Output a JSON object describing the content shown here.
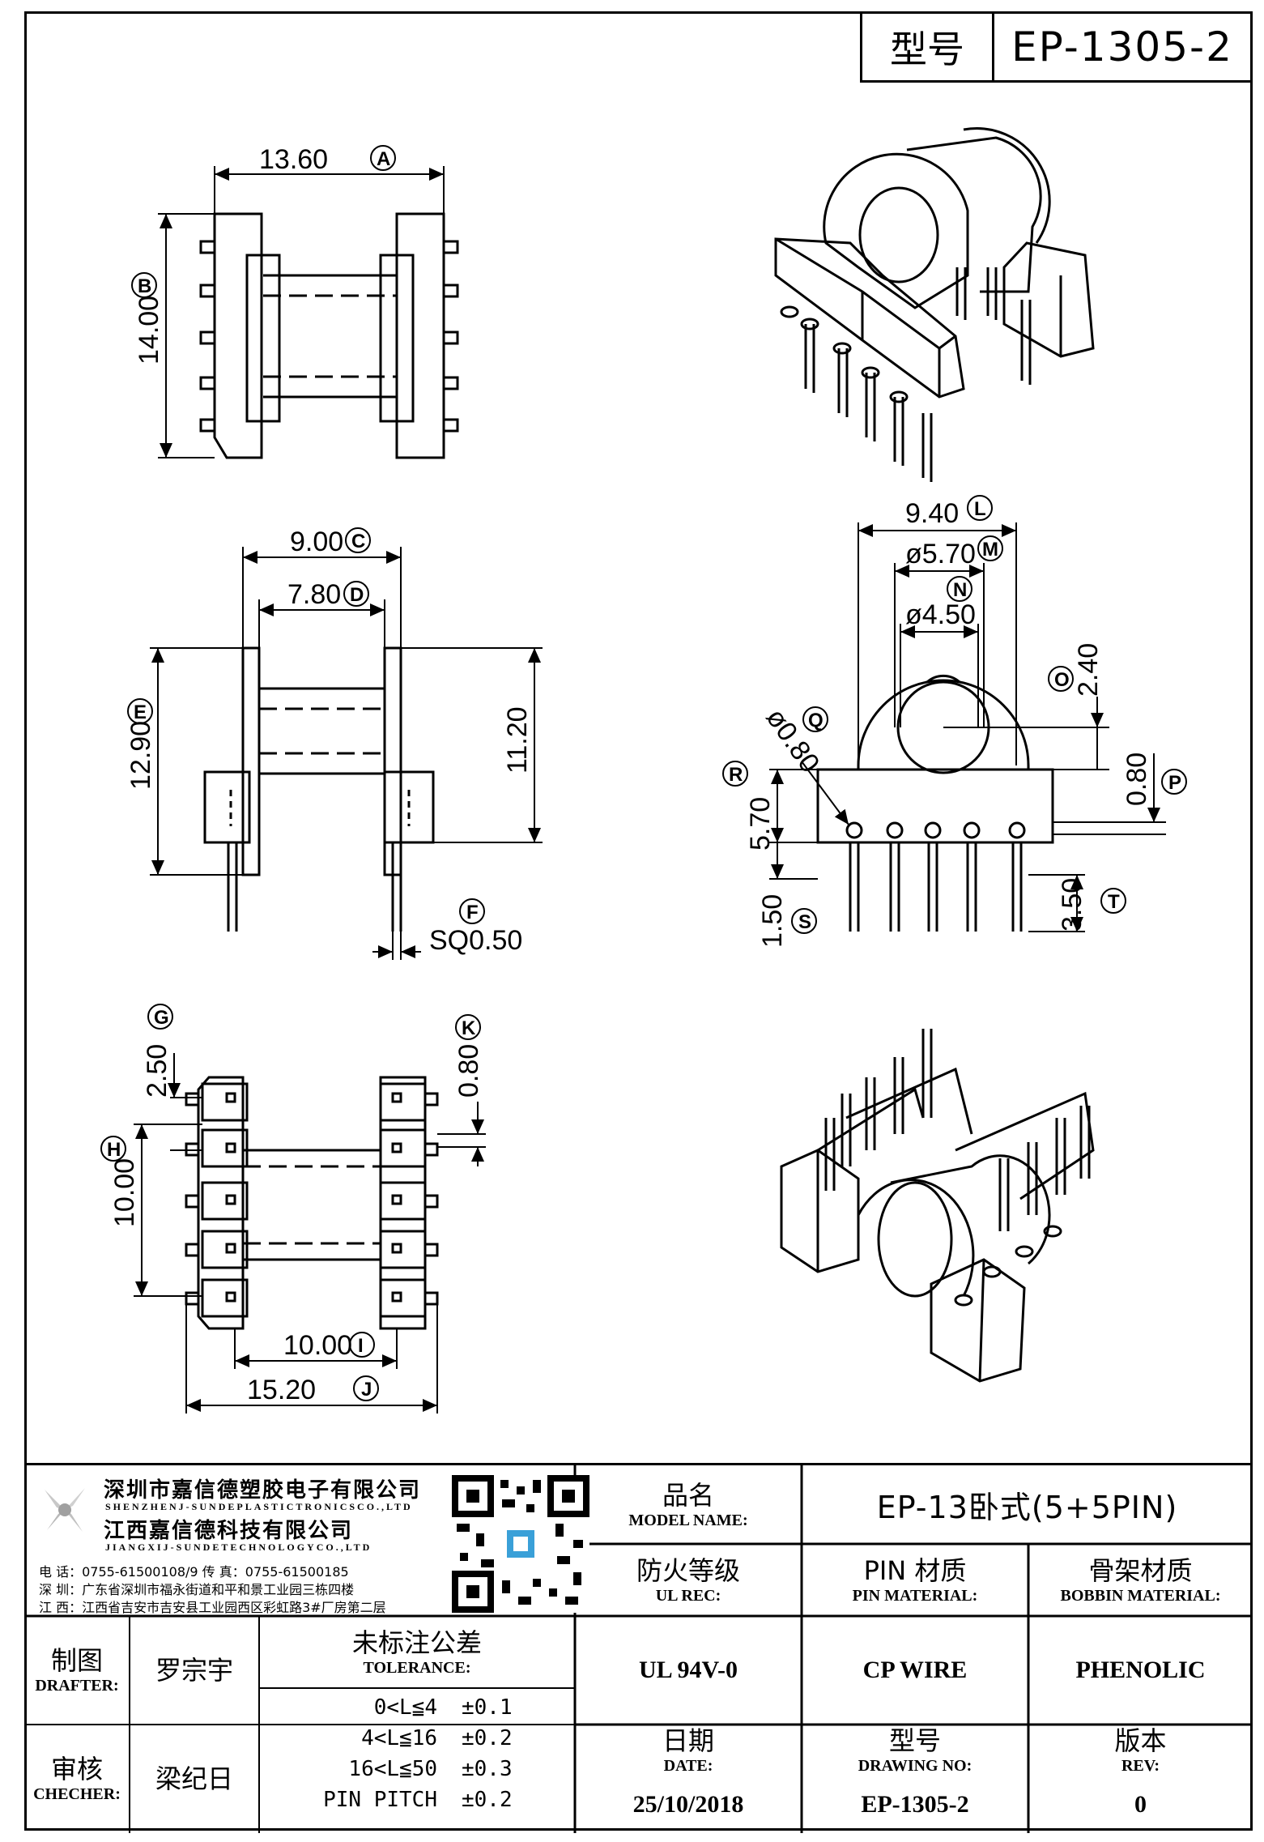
{
  "header": {
    "model_label": "型号",
    "model_value": "EP-1305-2"
  },
  "dimensions": {
    "A": {
      "letter": "A",
      "value": "13.60"
    },
    "B": {
      "letter": "B",
      "value": "14.00"
    },
    "C": {
      "letter": "C",
      "value": "9.00"
    },
    "D": {
      "letter": "D",
      "value": "7.80"
    },
    "E": {
      "letter": "E",
      "value": "12.90"
    },
    "F": {
      "letter": "F",
      "value": "SQ0.50"
    },
    "G": {
      "letter": "G",
      "value": "2.50"
    },
    "H": {
      "letter": "H",
      "value": "10.00"
    },
    "I": {
      "letter": "I",
      "value": "10.00"
    },
    "J": {
      "letter": "J",
      "value": "15.20"
    },
    "K": {
      "letter": "K",
      "value": "0.80"
    },
    "L": {
      "letter": "L",
      "value": "9.40"
    },
    "M": {
      "letter": "M",
      "value": "ø5.70"
    },
    "N": {
      "letter": "N",
      "value": "ø4.50"
    },
    "O": {
      "letter": "O",
      "value": "2.40"
    },
    "P": {
      "letter": "P",
      "value": "0.80"
    },
    "Q": {
      "letter": "Q",
      "value": "ø0.80"
    },
    "R": {
      "letter": "R",
      "value": "5.70"
    },
    "S": {
      "letter": "S",
      "value": "1.50"
    },
    "T": {
      "letter": "T",
      "value": "3.50"
    },
    "unlabeled_height": "11.20"
  },
  "company": {
    "name_cn": "深圳市嘉信德塑胶电子有限公司",
    "name_en": "SHENZHENJ-SUNDEPLASTICTRONICSCO.,LTD",
    "name2_cn": "江西嘉信德科技有限公司",
    "name2_en": "JIANGXIJ-SUNDETECHNOLOGYCO.,LTD",
    "phone": "电 话：0755-61500108/9      传 真：0755-61500185",
    "addr_sz": "深 圳：广东省深圳市福永街道和平和景工业园三栋四楼",
    "addr_jx": "江 西：江西省吉安市吉安县工业园西区彩虹路3#厂房第二层"
  },
  "title_block": {
    "product_name_cn": "品名",
    "product_name_en": "MODEL NAME:",
    "product_name_value": "EP-13卧式(5+5PIN)",
    "ul_cn": "防火等级",
    "ul_en": "UL REC:",
    "ul_value": "UL 94V-0",
    "pin_cn": "PIN 材质",
    "pin_en": "PIN MATERIAL:",
    "pin_value": "CP WIRE",
    "bobbin_cn": "骨架材质",
    "bobbin_en": "BOBBIN MATERIAL:",
    "bobbin_value": "PHENOLIC",
    "date_cn": "日期",
    "date_en": "DATE:",
    "date_value": "25/10/2018",
    "drawing_cn": "型号",
    "drawing_en": "DRAWING NO:",
    "drawing_value": "EP-1305-2",
    "rev_cn": "版本",
    "rev_en": "REV:",
    "rev_value": "0",
    "drafter_cn": "制图",
    "drafter_en": "DRAFTER:",
    "drafter_value": "罗宗宇",
    "checker_cn": "审核",
    "checker_en": "CHECHER:",
    "checker_value": "梁纪日",
    "tolerance_cn": "未标注公差",
    "tolerance_en": "TOLERANCE:",
    "tolerance_rows": [
      {
        "range": "0<L≦4",
        "tol": "±0.1"
      },
      {
        "range": "4<L≦16",
        "tol": "±0.2"
      },
      {
        "range": "16<L≦50",
        "tol": "±0.3"
      },
      {
        "range": "PIN PITCH",
        "tol": "±0.2"
      }
    ]
  }
}
